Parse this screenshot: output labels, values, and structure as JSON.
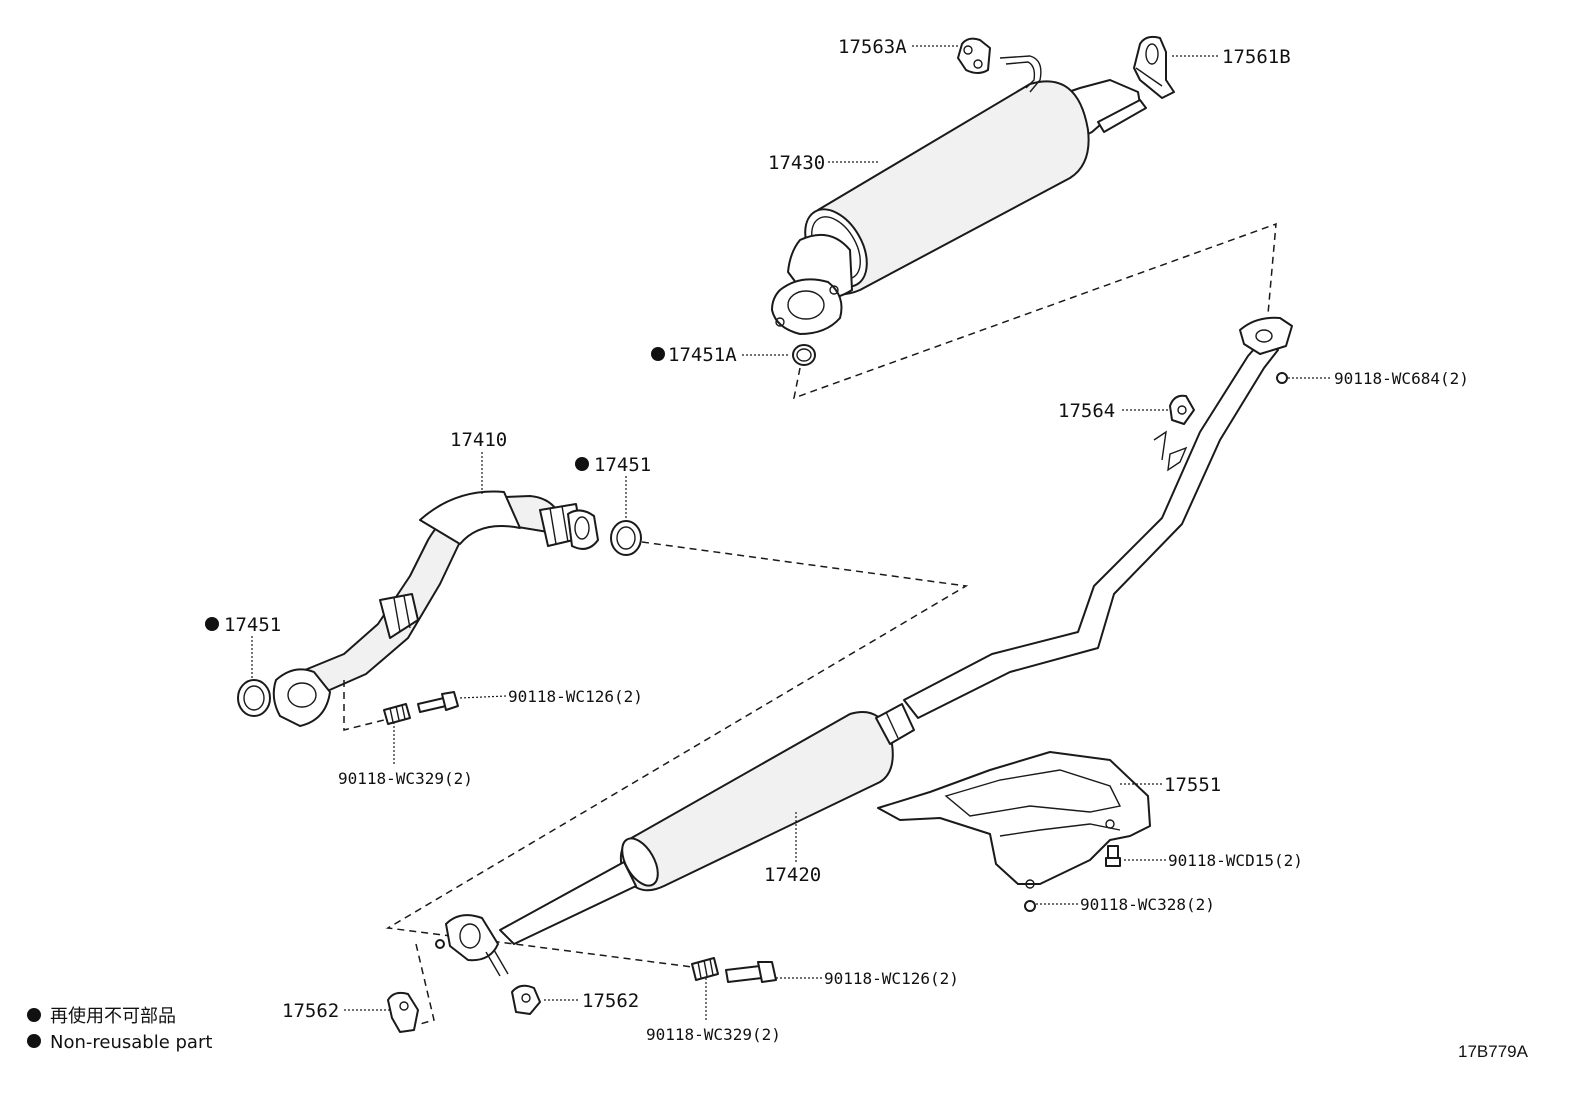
{
  "parts": {
    "p17563A": "17563A",
    "p17561B": "17561B",
    "p17430": "17430",
    "p17451A": "17451A",
    "p17564": "17564",
    "p90118_WC684": "90118-WC684(2)",
    "p17410": "17410",
    "p17451_top": "17451",
    "p17451_left": "17451",
    "p90118_WC126_a": "90118-WC126(2)",
    "p90118_WC329_a": "90118-WC329(2)",
    "p17551": "17551",
    "p17420": "17420",
    "p90118_WCD15": "90118-WCD15(2)",
    "p90118_WC328": "90118-WC328(2)",
    "p17562_left": "17562",
    "p17562_right": "17562",
    "p90118_WC126_b": "90118-WC126(2)",
    "p90118_WC329_b": "90118-WC329(2)"
  },
  "legend": {
    "japanese": "再使用不可部品",
    "english": "Non-reusable part"
  },
  "diagram_code": "17B779A"
}
